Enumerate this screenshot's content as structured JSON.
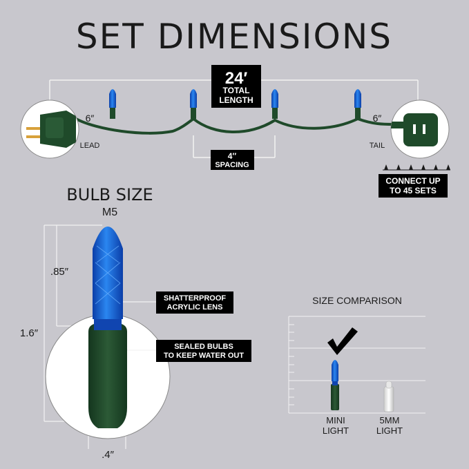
{
  "title": "SET DIMENSIONS",
  "total_length": {
    "value": "24′",
    "line1": "TOTAL",
    "line2": "LENGTH"
  },
  "lead": {
    "value": "6″",
    "label": "LEAD"
  },
  "tail": {
    "value": "6″",
    "label": "TAIL"
  },
  "spacing": {
    "value": "4″",
    "label": "SPACING"
  },
  "connect": {
    "line1": "CONNECT UP",
    "line2": "TO 45 SETS"
  },
  "bulb_size": {
    "heading": "BULB SIZE",
    "type": "M5"
  },
  "dims": {
    "lens_height": ".85″",
    "total_height": "1.6″",
    "base_width": ".4″"
  },
  "callouts": {
    "lens_line1": "SHATTERPROOF",
    "lens_line2": "ACRYLIC LENS",
    "sealed_line1": "SEALED BULBS",
    "sealed_line2": "TO KEEP WATER OUT"
  },
  "comparison": {
    "heading": "SIZE COMPARISON",
    "mini_line1": "MINI",
    "mini_line2": "LIGHT",
    "mm_line1": "5MM",
    "mm_line2": "LIGHT"
  },
  "colors": {
    "background": "#c8c7cd",
    "wire_green": "#1f4a2a",
    "bulb_blue": "#1565d8",
    "label_black": "#000000"
  },
  "icons": [
    "plug-icon",
    "socket-icon",
    "bulb-icon",
    "checkmark-icon"
  ]
}
